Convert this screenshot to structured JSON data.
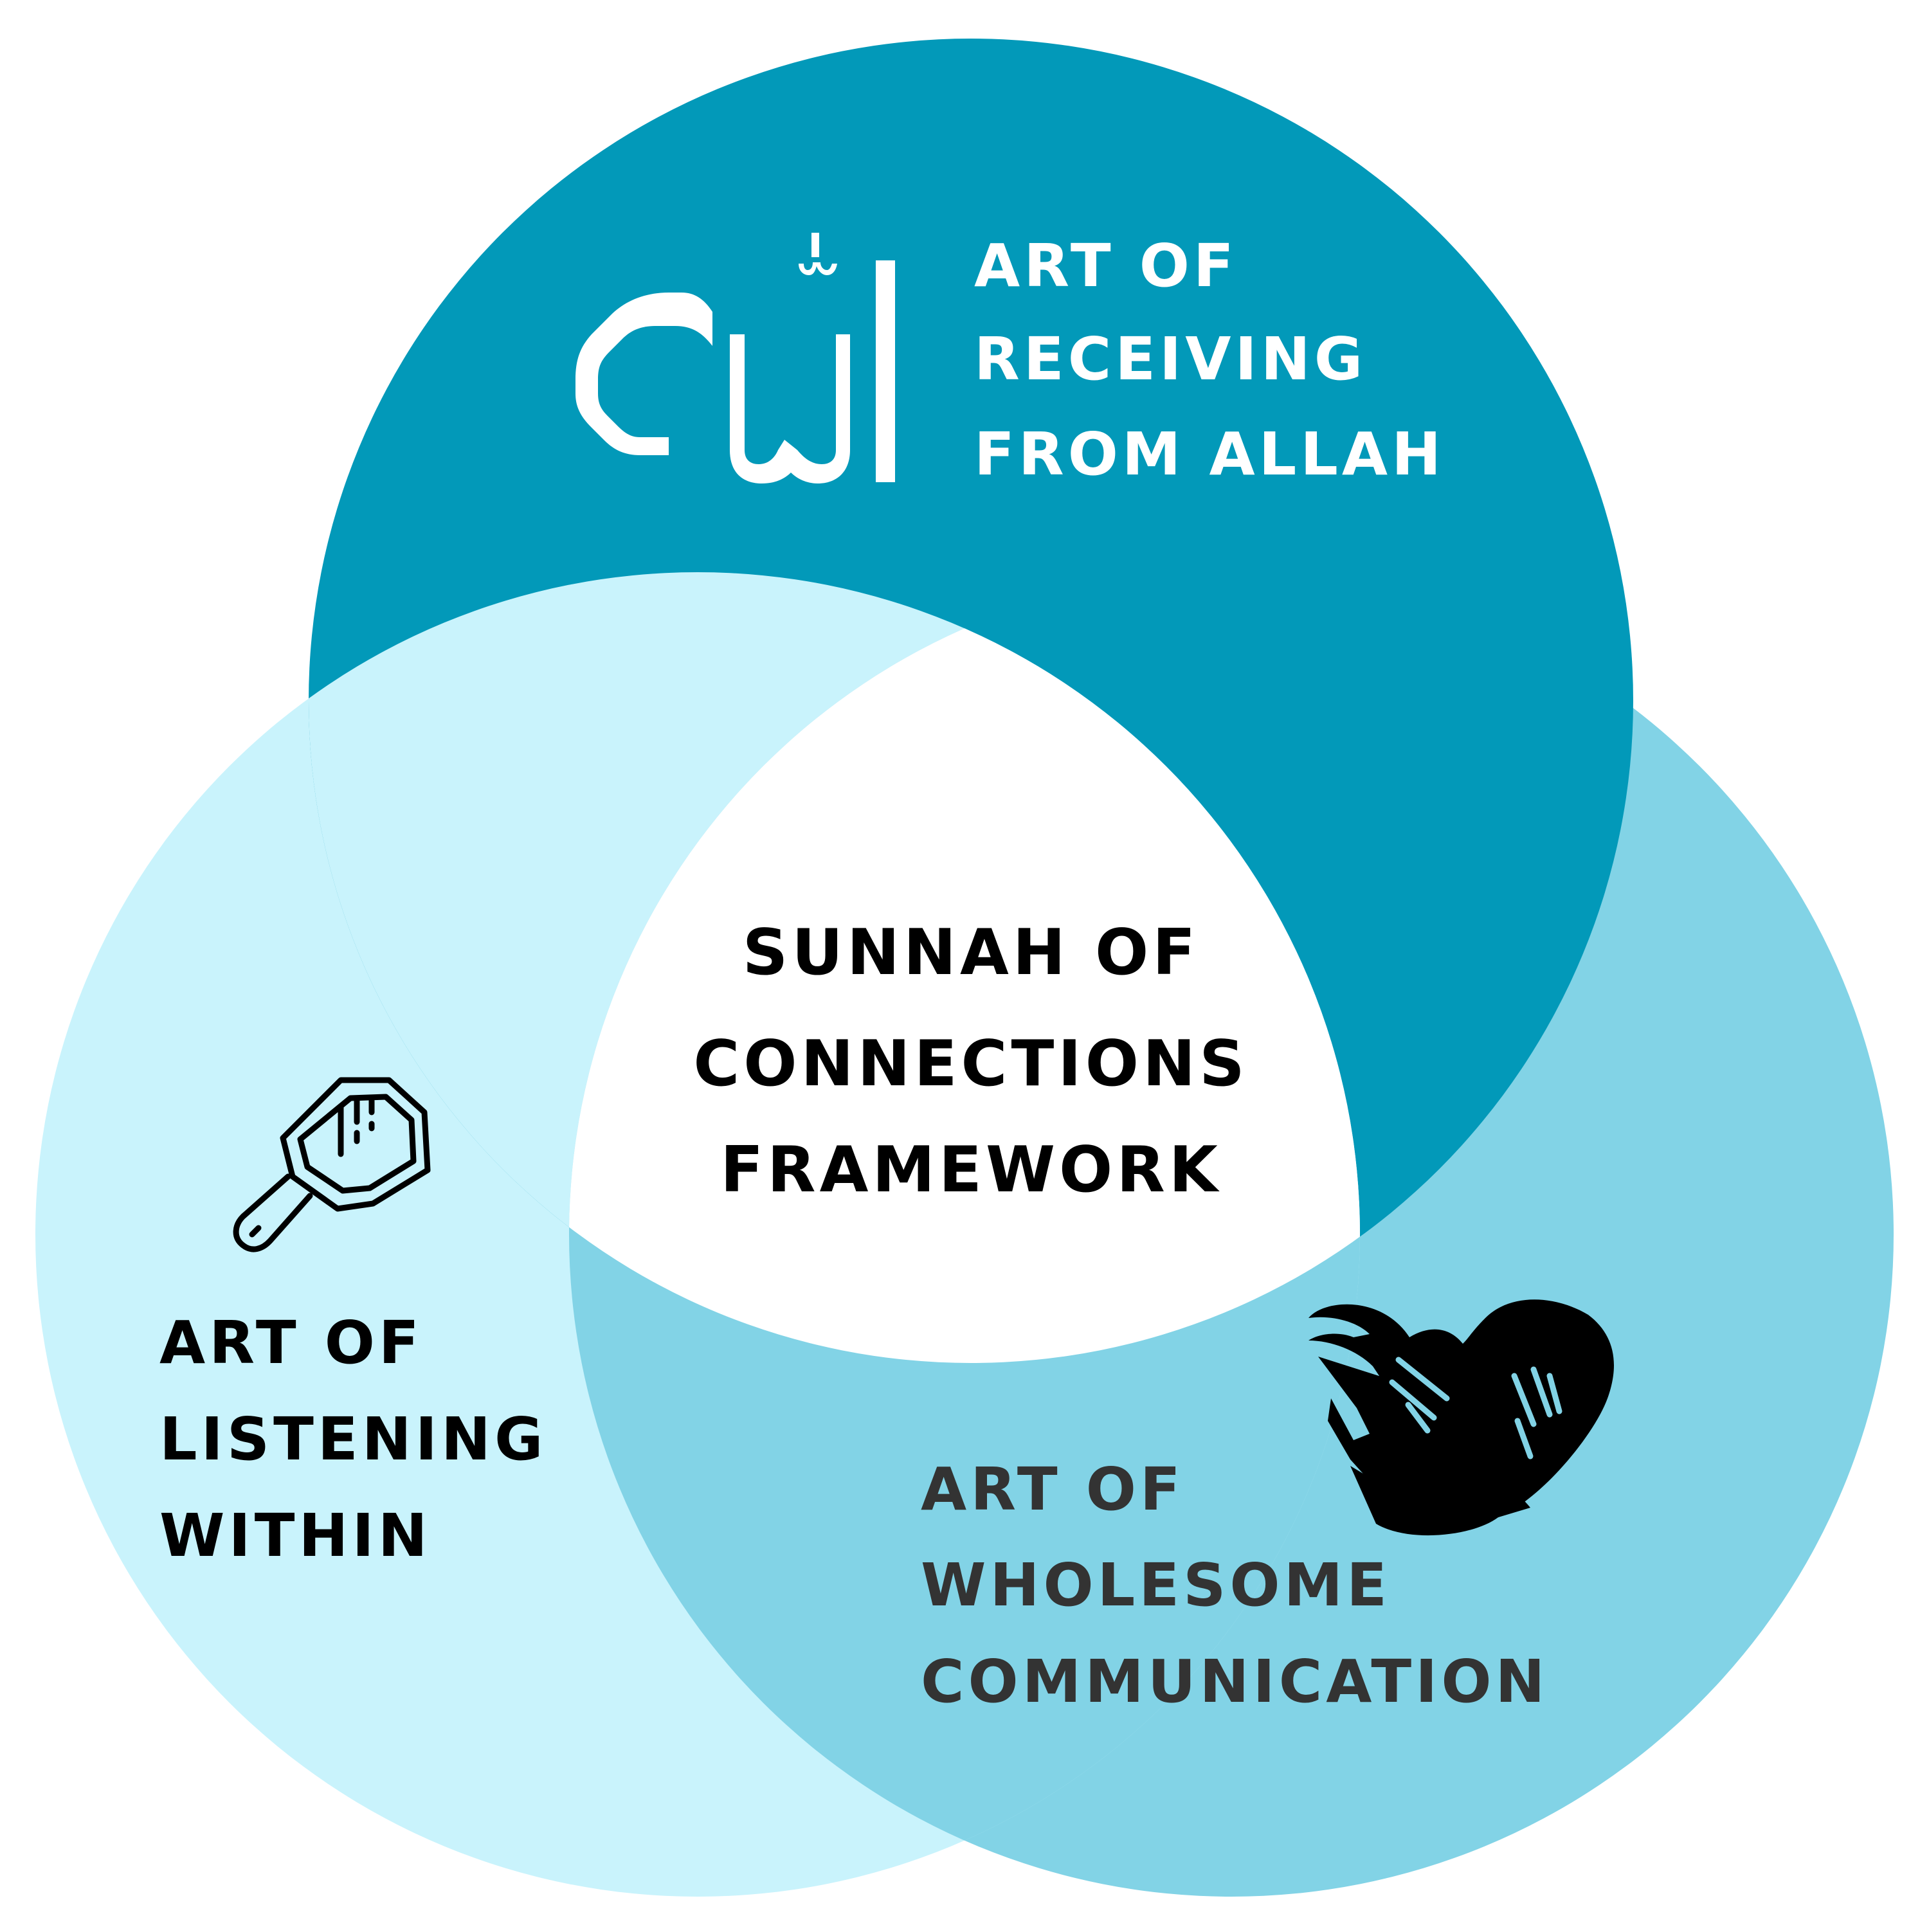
{
  "colors": {
    "background": "#ffffff",
    "circle_top": "#0299b9",
    "circle_left": "#c9f3fc",
    "circle_right": "#82d3e6",
    "center": "#ffffff",
    "text_light": "#ffffff",
    "text_dark": "#000000",
    "text_grey": "#333333"
  },
  "top_label": {
    "line1": "ART OF",
    "line2": "RECEIVING",
    "line3": "FROM ALLAH",
    "icon": "allah-calligraphy-icon"
  },
  "left_label": {
    "line1": "ART OF",
    "line2": "LISTENING",
    "line3": "WITHIN",
    "icon": "hand-mirror-icon"
  },
  "right_label": {
    "line1": "ART OF",
    "line2": "WHOLESOME",
    "line3": "COMMUNICATION",
    "icon": "hands-heart-icon"
  },
  "center_label": {
    "line1": "SUNNAH OF",
    "line2": "CONNECTIONS",
    "line3": "FRAMEWORK"
  }
}
